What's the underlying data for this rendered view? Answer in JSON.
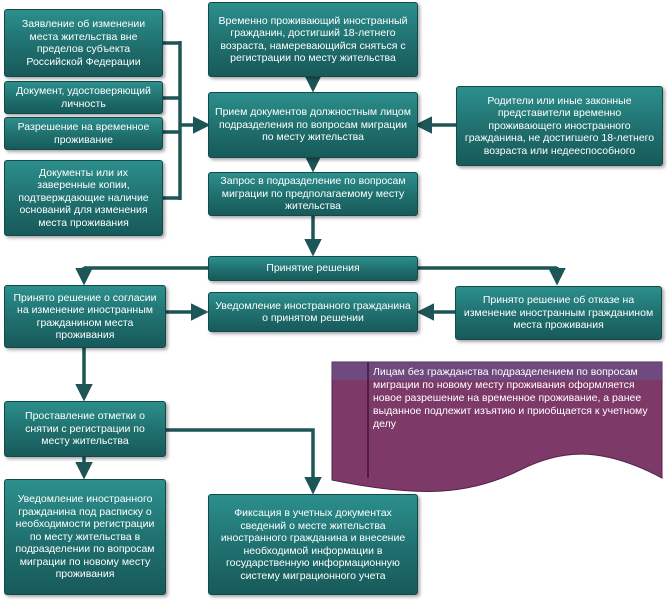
{
  "diagram": {
    "left_docs": [
      "Заявление об изменении места жительства вне пределов субъекта Российской Федерации",
      "Документ, удостоверяющий личность",
      "Разрешение на временное проживание",
      "Документы или их заверенные копии, подтверждающие наличие оснований для изменения места проживания"
    ],
    "applicant": "Временно проживающий иностранный гражданин, достигший 18-летнего возраста, намеревающийся сняться с регистрации по месту жительства",
    "intake": "Прием документов должностным лицом подразделения по вопросам миграции по месту жительства",
    "representatives": "Родители или иные законные представители временно проживающего иностранного гражданина, не достигшего 18-летнего возраста или недееспособного",
    "request": "Запрос в подразделение по вопросам миграции по предполагаемому месту жительства",
    "decision": "Принятие решения",
    "consent": "Принято решение о согласии на изменение иностранным гражданином места проживания",
    "notify_decision": "Уведомление иностранного гражданина о принятом решении",
    "refusal": "Принято решение об отказе на изменение иностранным гражданином места проживания",
    "deregistration_mark": "Проставление отметки о снятии с регистрации по месту жительства",
    "notify_receipt": "Уведомление иностранного гражданина под расписку о необходимости регистрации по месту жительства в подразделении по вопросам миграции по новому месту проживания",
    "record": "Фиксация в учетных документах сведений о месте жительства иностранного гражданина и внесение необходимой информации в государственную информационную систему миграционного учета",
    "note": "Лицам без гражданства подразделением по вопросам миграции по новому месту проживания оформляется новое разрешение на временное проживание, а ранее выданное подлежит изъятию и приобщается к учетному делу"
  },
  "colors": {
    "box_fill": "#1f6f6e",
    "connector": "#1e5556",
    "note_fill": "#7d3a69"
  }
}
